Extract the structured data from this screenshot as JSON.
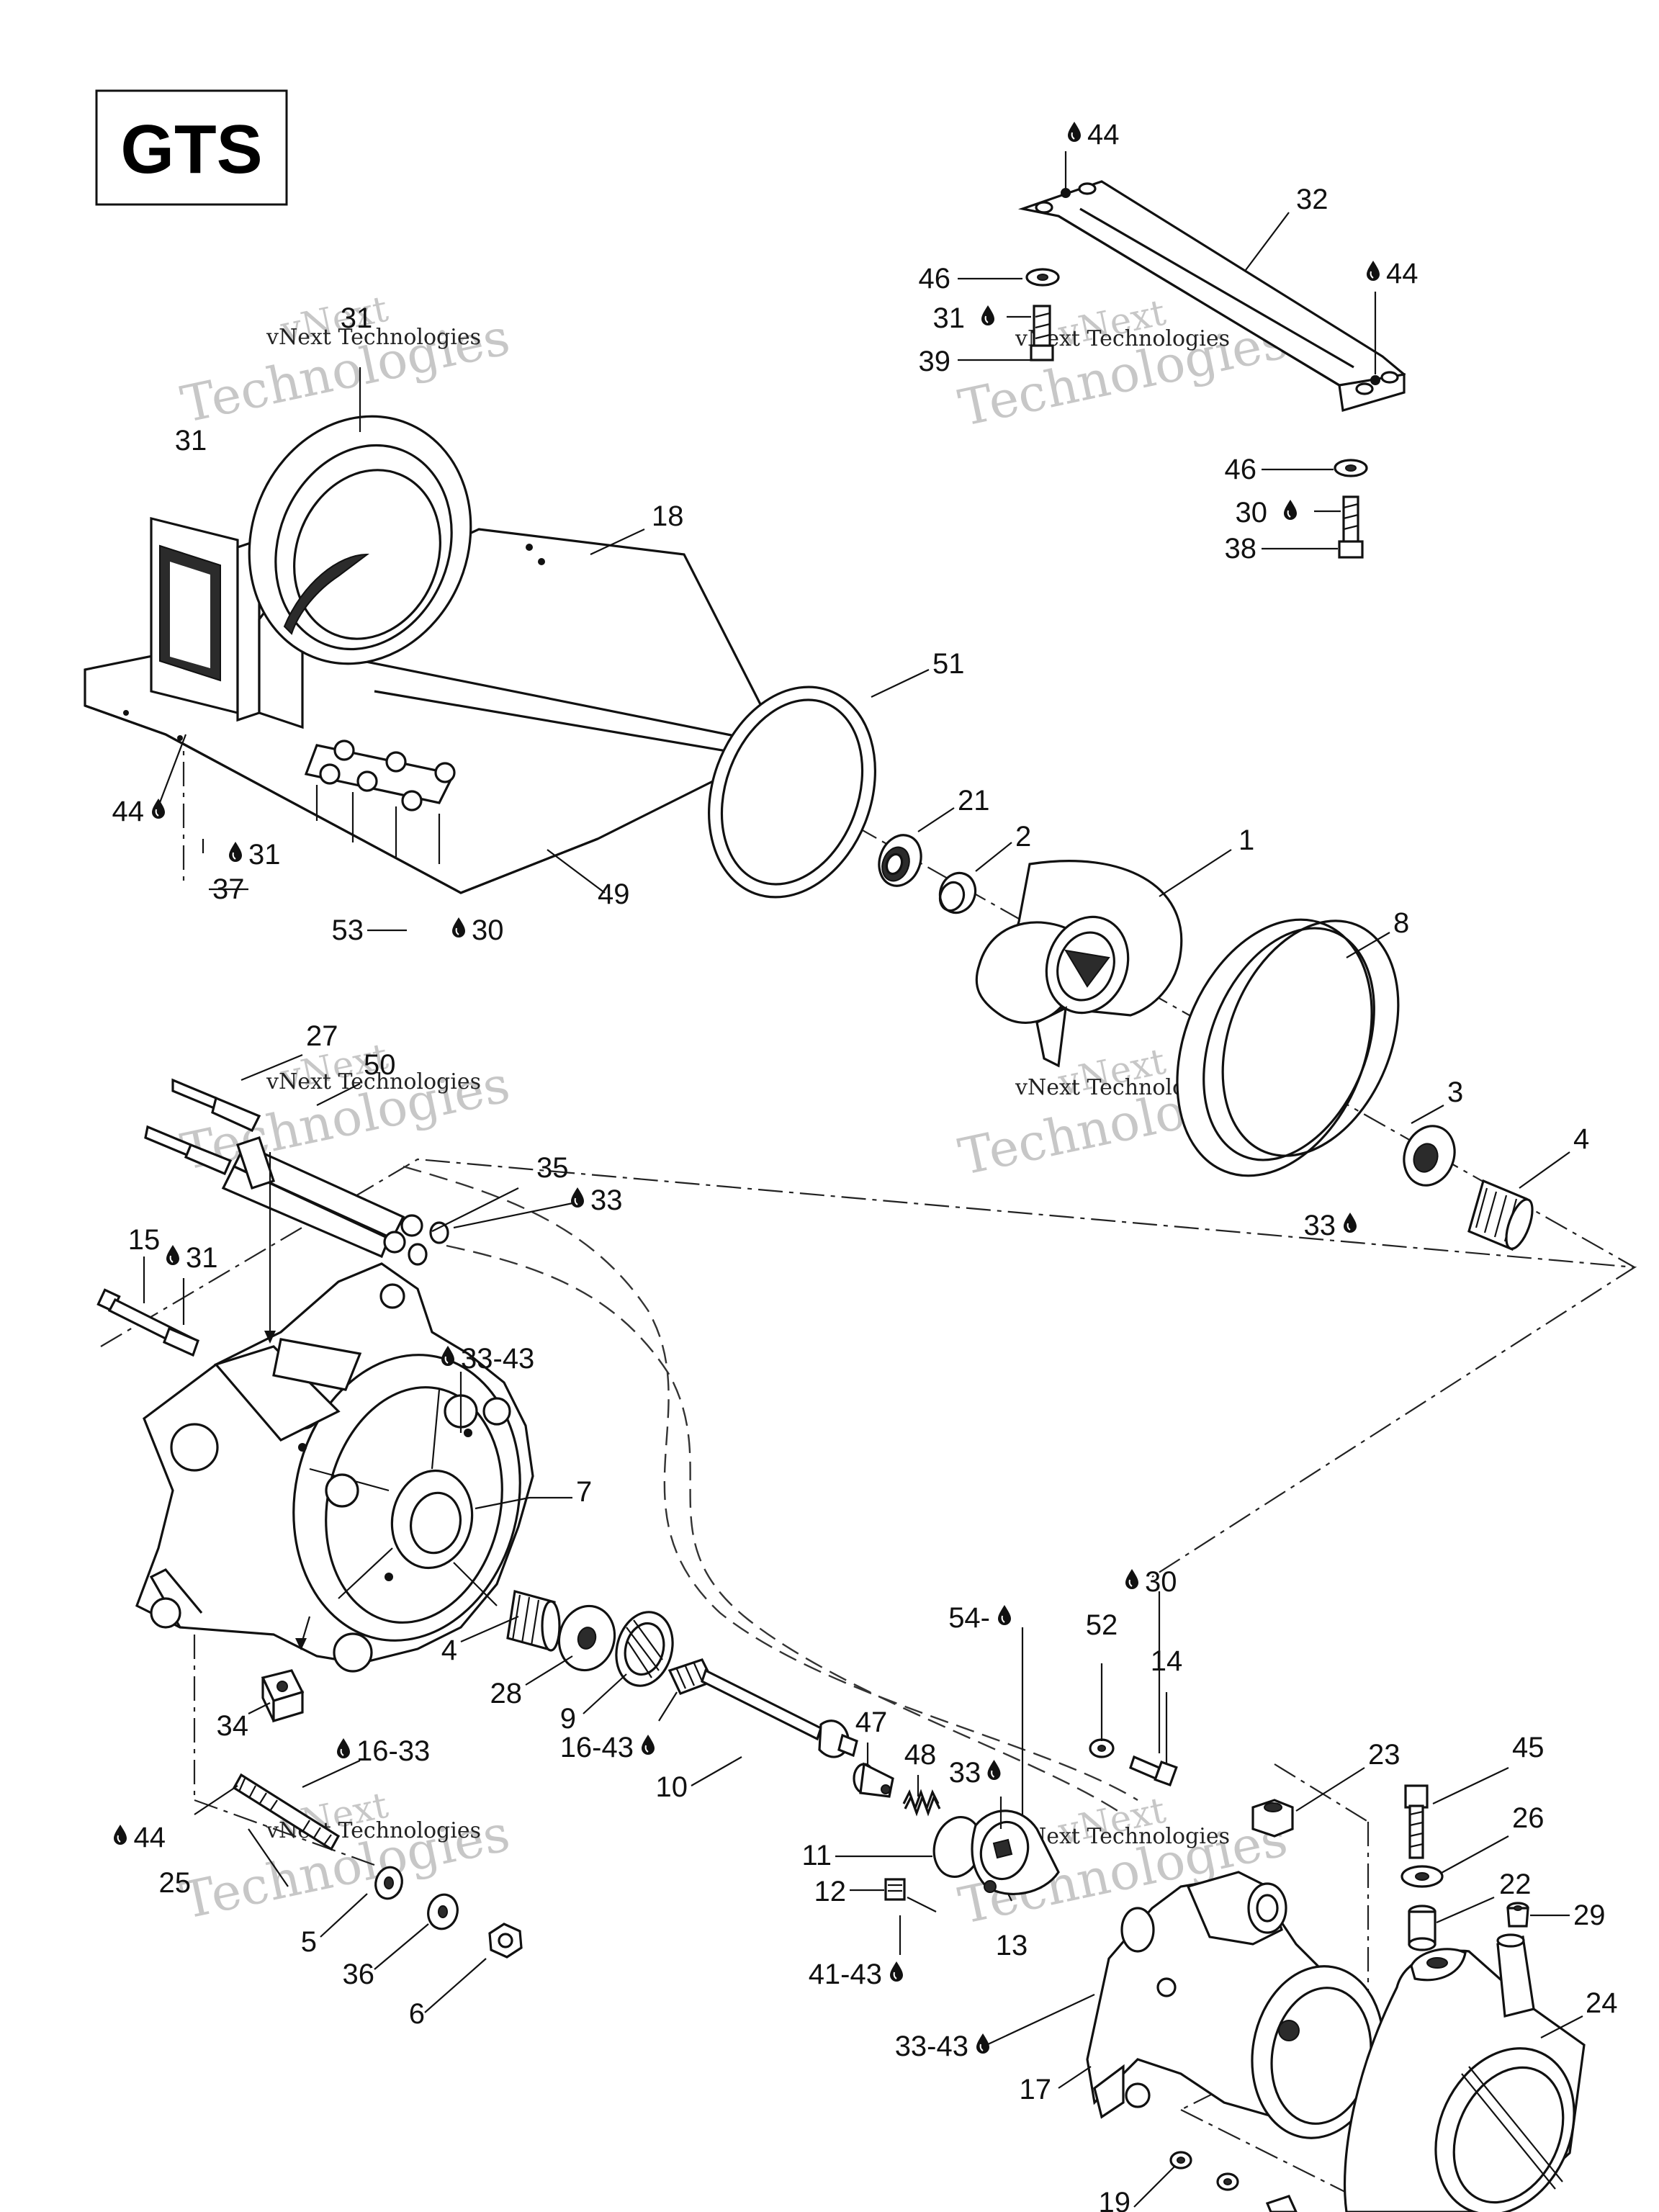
{
  "title": "GTS",
  "watermark": {
    "line1": "vNext",
    "line2": "vNext Technologies",
    "line3": "Technologies"
  },
  "callouts": [
    {
      "id": "c1",
      "label": "44",
      "drop": true
    },
    {
      "id": "c2",
      "label": "32"
    },
    {
      "id": "c3",
      "label": "46"
    },
    {
      "id": "c4",
      "label": "44",
      "drop": true
    },
    {
      "id": "c5",
      "label": "31",
      "drop": true
    },
    {
      "id": "c6",
      "label": "39"
    },
    {
      "id": "c7",
      "label": "31"
    },
    {
      "id": "c8",
      "label": "46"
    },
    {
      "id": "c9",
      "label": "31"
    },
    {
      "id": "c10",
      "label": "30",
      "drop": true
    },
    {
      "id": "c11",
      "label": "18"
    },
    {
      "id": "c12",
      "label": "38"
    },
    {
      "id": "c13",
      "label": "51"
    },
    {
      "id": "c14",
      "label": "21"
    },
    {
      "id": "c15",
      "label": "2"
    },
    {
      "id": "c16",
      "label": "1"
    },
    {
      "id": "c17",
      "label": "44",
      "drop": true
    },
    {
      "id": "c18",
      "label": "31",
      "drop": true
    },
    {
      "id": "c19",
      "label": "37"
    },
    {
      "id": "c20",
      "label": "49"
    },
    {
      "id": "c21",
      "label": "8"
    },
    {
      "id": "c22",
      "label": "53"
    },
    {
      "id": "c23",
      "label": "30",
      "drop": true
    },
    {
      "id": "c24",
      "label": "27"
    },
    {
      "id": "c25",
      "label": "50"
    },
    {
      "id": "c26",
      "label": "3"
    },
    {
      "id": "c27",
      "label": "4"
    },
    {
      "id": "c28",
      "label": "35"
    },
    {
      "id": "c29",
      "label": "33",
      "drop": true
    },
    {
      "id": "c30",
      "label": "33",
      "drop": true
    },
    {
      "id": "c31",
      "label": "15"
    },
    {
      "id": "c32",
      "label": "31",
      "drop": true
    },
    {
      "id": "c33",
      "label": "33-43",
      "drop": true
    },
    {
      "id": "c34",
      "label": "7"
    },
    {
      "id": "c35",
      "label": "30",
      "drop": true
    },
    {
      "id": "c36",
      "label": "54-",
      "drop": true
    },
    {
      "id": "c37",
      "label": "52"
    },
    {
      "id": "c38",
      "label": "14"
    },
    {
      "id": "c39",
      "label": "4"
    },
    {
      "id": "c40",
      "label": "28"
    },
    {
      "id": "c41",
      "label": "9"
    },
    {
      "id": "c42",
      "label": "34"
    },
    {
      "id": "c43",
      "label": "16-43",
      "drop": true
    },
    {
      "id": "c44",
      "label": "47"
    },
    {
      "id": "c45",
      "label": "10"
    },
    {
      "id": "c46",
      "label": "48"
    },
    {
      "id": "c47",
      "label": "33",
      "drop": true
    },
    {
      "id": "c48",
      "label": "16-33",
      "drop": true
    },
    {
      "id": "c49",
      "label": "23"
    },
    {
      "id": "c50",
      "label": "45"
    },
    {
      "id": "c51",
      "label": "26"
    },
    {
      "id": "c52",
      "label": "44",
      "drop": true
    },
    {
      "id": "c53",
      "label": "11"
    },
    {
      "id": "c54",
      "label": "25"
    },
    {
      "id": "c55",
      "label": "12"
    },
    {
      "id": "c56",
      "label": "22"
    },
    {
      "id": "c57",
      "label": "29"
    },
    {
      "id": "c58",
      "label": "13"
    },
    {
      "id": "c59",
      "label": "5"
    },
    {
      "id": "c60",
      "label": "41-43",
      "drop": true
    },
    {
      "id": "c61",
      "label": "36"
    },
    {
      "id": "c62",
      "label": "24"
    },
    {
      "id": "c63",
      "label": "33-43",
      "drop": true
    },
    {
      "id": "c64",
      "label": "6"
    },
    {
      "id": "c65",
      "label": "17"
    },
    {
      "id": "c66",
      "label": "19"
    }
  ]
}
